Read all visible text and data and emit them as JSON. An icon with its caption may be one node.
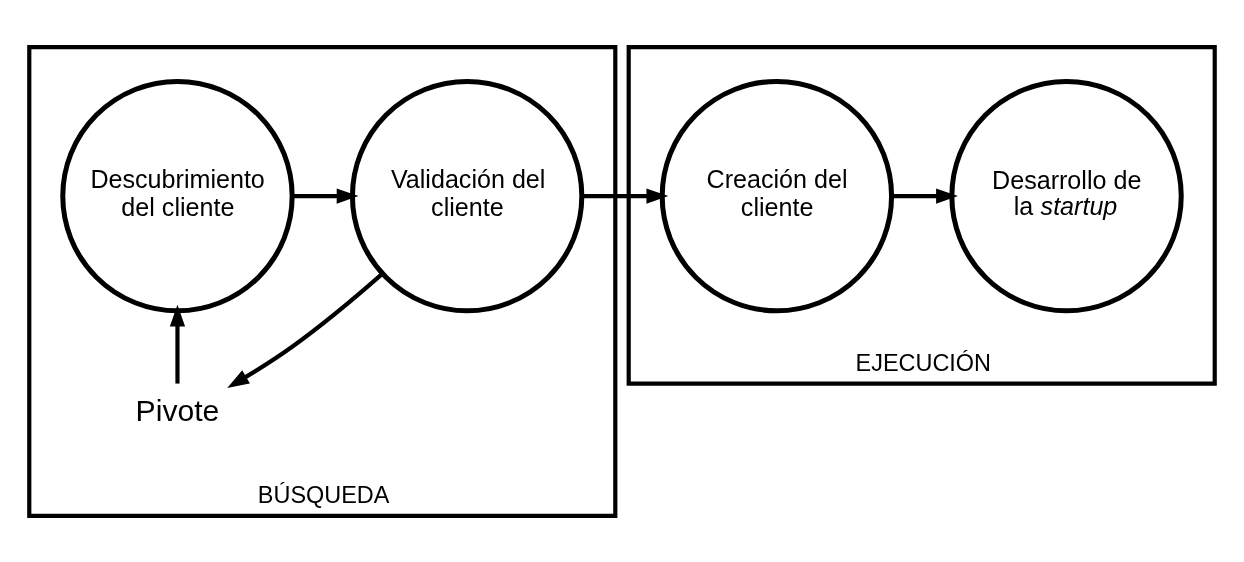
{
  "diagram": {
    "nodes": [
      {
        "text": [
          "BÚSQUEDA"
        ]
      },
      {
        "text": [
          "Descubrimiento del cliente"
        ],
        "in": 0
      },
      {
        "text": [
          "Validación del cliente"
        ],
        "in": 0
      },
      {
        "text": [
          "Pivote"
        ],
        "in": 0
      },
      {
        "text": [
          "EJECUCIÓN"
        ]
      },
      {
        "text": [
          "Creación del cliente"
        ],
        "in": 4
      },
      {
        "text": [
          "Desarrollo de la *startup*"
        ],
        "in": 4
      }
    ],
    "edges": [
      {
        "from": 1,
        "to": 2,
        "arrow": "to"
      },
      {
        "from": 2,
        "to": 5,
        "arrow": "to"
      },
      {
        "from": 5,
        "to": 6,
        "arrow": "to"
      },
      {
        "from": 2,
        "to": 3,
        "arrow": "to"
      },
      {
        "from": 3,
        "to": 1,
        "arrow": "to"
      }
    ]
  }
}
